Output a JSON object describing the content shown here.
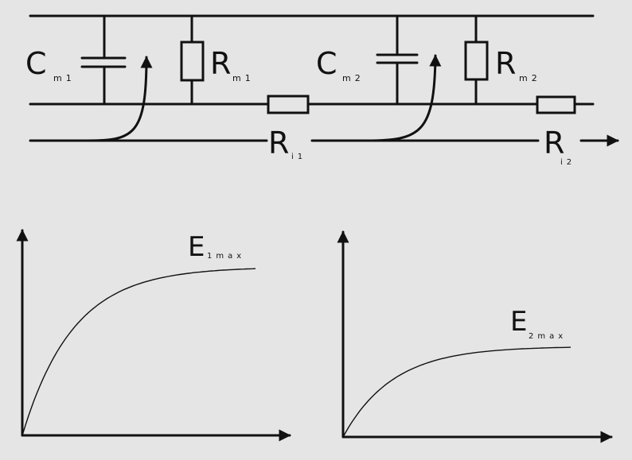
{
  "circuit": {
    "cm1": {
      "sym": "C",
      "sub": "m1"
    },
    "rm1": {
      "sym": "R",
      "sub": "m1"
    },
    "ri1": {
      "sym": "R",
      "sub": "i1"
    },
    "cm2": {
      "sym": "C",
      "sub": "m2"
    },
    "rm2": {
      "sym": "R",
      "sub": "m2"
    },
    "ri2": {
      "sym": "R",
      "sub": "i2"
    }
  },
  "graphs": [
    {
      "label": {
        "sym": "E",
        "sub": "1max"
      }
    },
    {
      "label": {
        "sym": "E",
        "sub": "2max"
      }
    }
  ]
}
